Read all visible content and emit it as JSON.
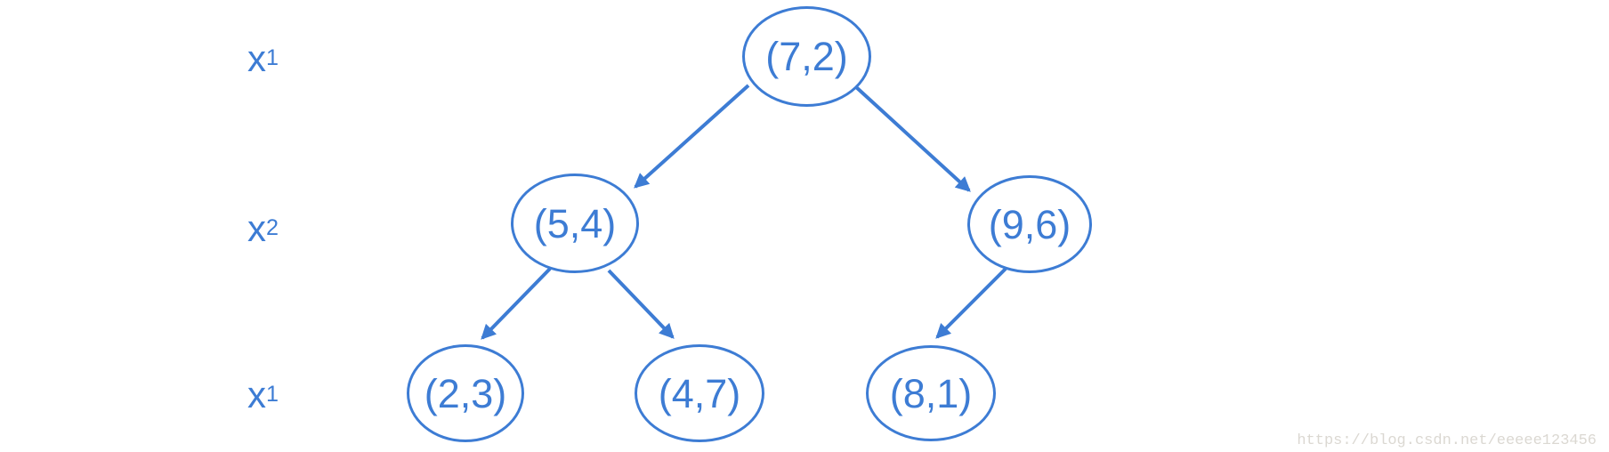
{
  "diagram": {
    "type": "kd-tree",
    "description": "Binary tree of 2D points with splitting-axis labels per level"
  },
  "levels": [
    {
      "axis": "x",
      "sub": "1"
    },
    {
      "axis": "x",
      "sub": "2"
    },
    {
      "axis": "x",
      "sub": "1"
    }
  ],
  "tree": {
    "nodes": [
      {
        "label": "(7,2)",
        "depth": 1,
        "parent": null
      },
      {
        "label": "(5,4)",
        "depth": 2,
        "parent": "(7,2)"
      },
      {
        "label": "(9,6)",
        "depth": 2,
        "parent": "(7,2)"
      },
      {
        "label": "(2,3)",
        "depth": 3,
        "parent": "(5,4)"
      },
      {
        "label": "(4,7)",
        "depth": 3,
        "parent": "(5,4)"
      },
      {
        "label": "(8,1)",
        "depth": 3,
        "parent": "(9,6)"
      }
    ],
    "edges": [
      {
        "from": "(7,2)",
        "to": "(5,4)"
      },
      {
        "from": "(7,2)",
        "to": "(9,6)"
      },
      {
        "from": "(5,4)",
        "to": "(2,3)"
      },
      {
        "from": "(5,4)",
        "to": "(4,7)"
      },
      {
        "from": "(9,6)",
        "to": "(8,1)"
      }
    ]
  },
  "watermark": {
    "text": "https://blog.csdn.net/eeeee123456"
  },
  "colors": {
    "accent": "#3d7cd4",
    "watermark_text": "#dbd8d2",
    "background": "#ffffff"
  }
}
